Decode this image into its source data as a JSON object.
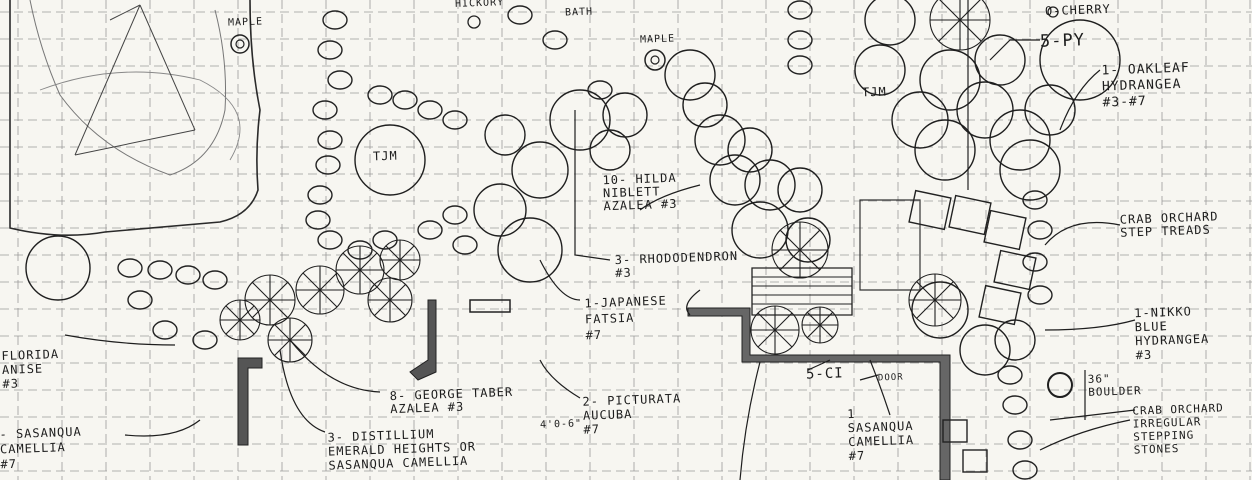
{
  "labels": {
    "maple_1": "MAPLE",
    "hickory": "HICKORY",
    "bath": "BATH",
    "maple_2": "MAPLE",
    "cherry": "O-CHERRY",
    "py": "5-PY",
    "oakleaf": "1- OAKLEAF\nHYDRANGEA\n#3-#7",
    "tjm_left": "TJM",
    "tjm_right": "TJM",
    "hilda": "10- HILDA\nNIBLETT\nAZALEA #3",
    "crab_treads": "CRAB ORCHARD\nSTEP TREADS",
    "rhodo": "3- RHODODENDRON\n#3",
    "fatsia": "1-JAPANESE\nFATSIA\n#7",
    "nikko": "1-NIKKO\nBLUE\nHYDRANGEA\n#3",
    "florida": "FLORIDA\nANISE\n#3",
    "boulder": "36\"\nBOULDER",
    "crab_stones": "CRAB ORCHARD\nIRREGULAR\nSTEPPING\nSTONES",
    "george": "8- GEORGE TABER\nAZALEA #3",
    "dims": "4'0-6\"",
    "pict": "2- PICTURATA\nAUCUBA\n#7",
    "ci": "5-CI",
    "door": "DOOR",
    "sasanqua_mid": "1\nSASANQUA\nCAMELLIA\n#7",
    "sasanqua_left": "- SASANQUA\nCAMELLIA\n#7",
    "distillium": "3- DISTILLIUM\nEMERALD HEIGHTS OR\nSASANQUA CAMELLIA"
  }
}
